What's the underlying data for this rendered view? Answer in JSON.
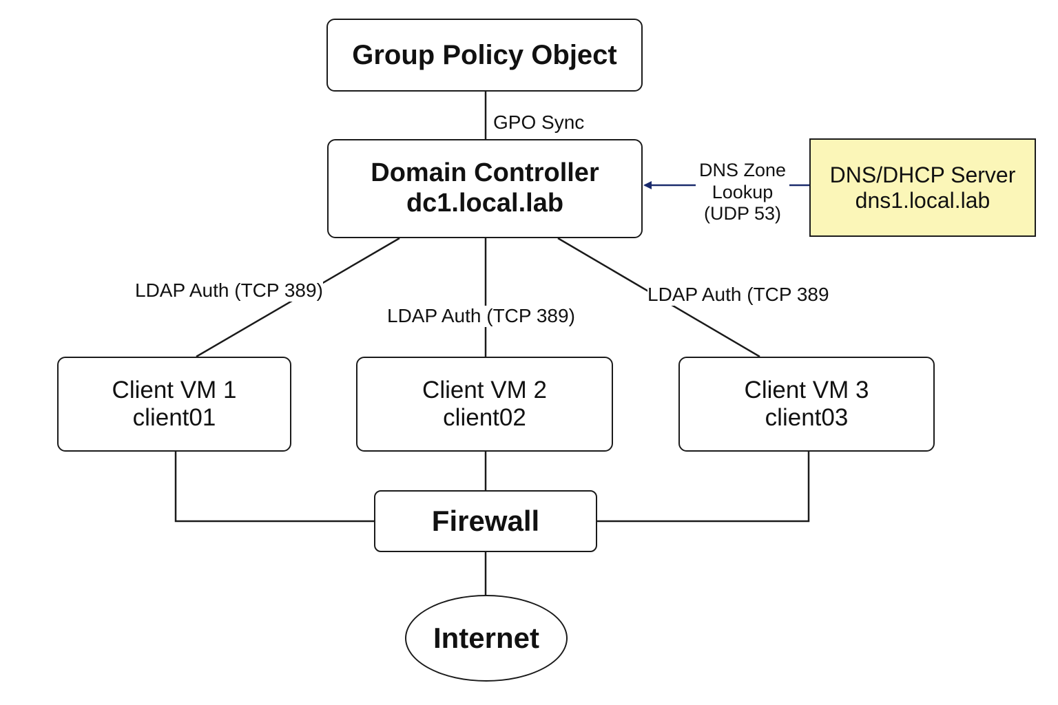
{
  "diagram": {
    "nodes": {
      "gpo": {
        "line1": "Group Policy Object"
      },
      "domain_controller": {
        "line1": "Domain Controller",
        "line2": "dc1.local.lab"
      },
      "dns_server": {
        "line1": "DNS/DHCP Server",
        "line2": "dns1.local.lab",
        "fill_color": "#fbf6b8"
      },
      "client1": {
        "line1": "Client VM 1",
        "line2": "client01"
      },
      "client2": {
        "line1": "Client VM 2",
        "line2": "client02"
      },
      "client3": {
        "line1": "Client VM 3",
        "line2": "client03"
      },
      "firewall": {
        "line1": "Firewall"
      },
      "internet": {
        "line1": "Internet"
      }
    },
    "edges": {
      "gpo_sync": {
        "label": "GPO Sync"
      },
      "dns_lookup": {
        "line1": "DNS Zone",
        "line2": "Lookup",
        "line3": "(UDP 53)",
        "arrow_color": "#1a2a6c"
      },
      "ldap_client1": {
        "label": "LDAP Auth (TCP 389)"
      },
      "ldap_client2": {
        "label": "LDAP Auth (TCP 389)"
      },
      "ldap_client3": {
        "label": "LDAP Auth (TCP 389"
      }
    }
  }
}
